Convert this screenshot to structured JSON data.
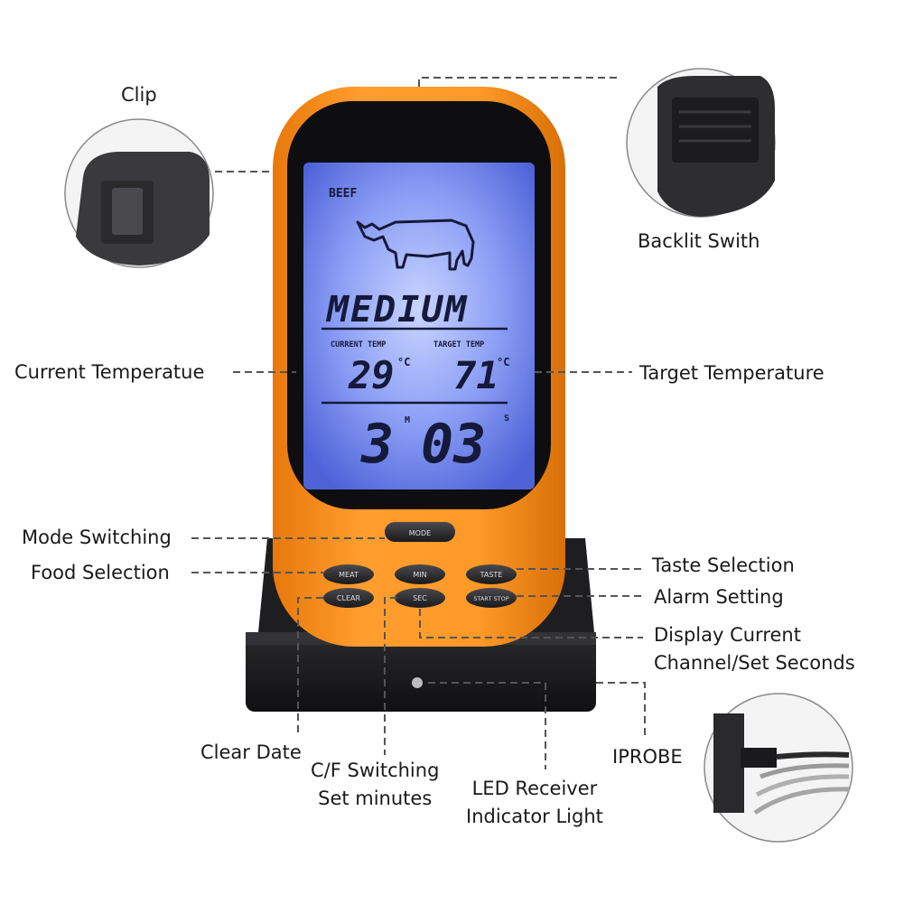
{
  "display": {
    "food": "BEEF",
    "doneness": "MEDIUM",
    "current_temp_label": "CURRENT TEMP",
    "target_temp_label": "TARGET TEMP",
    "current_temp": "29",
    "current_temp_unit": "°C",
    "target_temp": "71",
    "target_temp_unit": "°C",
    "timer_minutes": "3",
    "timer_minutes_unit": "M",
    "timer_seconds": "03",
    "timer_seconds_unit": "S"
  },
  "buttons": {
    "mode": "MODE",
    "meat": "MEAT",
    "clear": "CLEAR",
    "min": "MIN",
    "sec": "SEC",
    "taste": "TASTE",
    "start_stop": "START STOP"
  },
  "callouts": {
    "clip": "Clip",
    "backlit_switch": "Backlit Swith",
    "current_temperature": "Current Temperatue",
    "target_temperature": "Target Temperature",
    "mode_switching": "Mode Switching",
    "food_selection": "Food Selection",
    "taste_selection": "Taste Selection",
    "alarm_setting": "Alarm Setting",
    "display_current_1": "Display Current",
    "display_current_2": "Channel/Set Seconds",
    "clear_date": "Clear Date",
    "cf_switching_1": "C/F Switching",
    "cf_switching_2": "Set minutes",
    "led_receiver_1": "LED Receiver",
    "led_receiver_2": "Indicator Light",
    "iprobe": "IPROBE"
  },
  "colors": {
    "housing": "#f7901e",
    "screen": "#6f86f0",
    "base": "#1c1c1e",
    "leader_line": "#555555"
  }
}
